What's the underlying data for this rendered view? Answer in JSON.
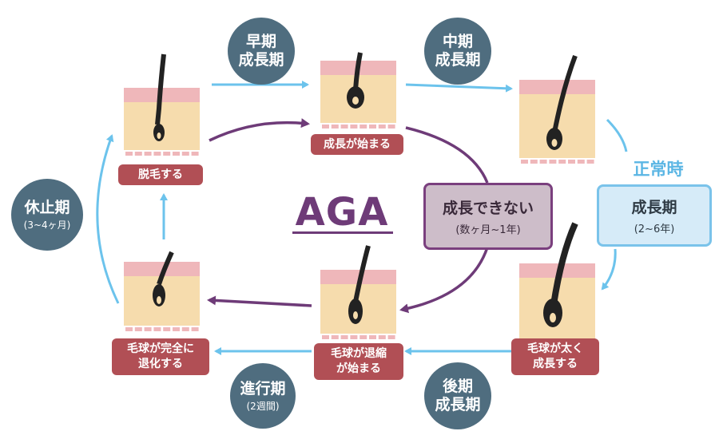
{
  "colors": {
    "cycle_arrow": "#6cc3ec",
    "aga_arrow": "#6e3b78",
    "phase_circle": "#4f6d7f",
    "stage_label": "#b14f55",
    "skin_top": "#efb7ba",
    "skin_dermis": "#f6dcad",
    "hair": "#222222"
  },
  "title": "AGA",
  "phases": {
    "early": {
      "label": "早期\n成長期"
    },
    "middle": {
      "label": "中期\n成長期"
    },
    "late": {
      "label": "後期\n成長期"
    },
    "regression": {
      "label": "進行期",
      "note": "(2週間)"
    },
    "rest": {
      "label": "休止期",
      "note": "(3~4ヶ月)"
    }
  },
  "stages": {
    "shed": "脱毛する",
    "start": "成長が始まる",
    "thick": "毛球が太く\n成長する",
    "shrink_start": "毛球が退縮\nが始まる",
    "shrink_done": "毛球が完全に\n退化する"
  },
  "normal": {
    "title": "正常時",
    "label": "成長期",
    "note": "(2~6年)"
  },
  "aga_box": {
    "label": "成長できない",
    "note": "(数ヶ月~1年)"
  }
}
